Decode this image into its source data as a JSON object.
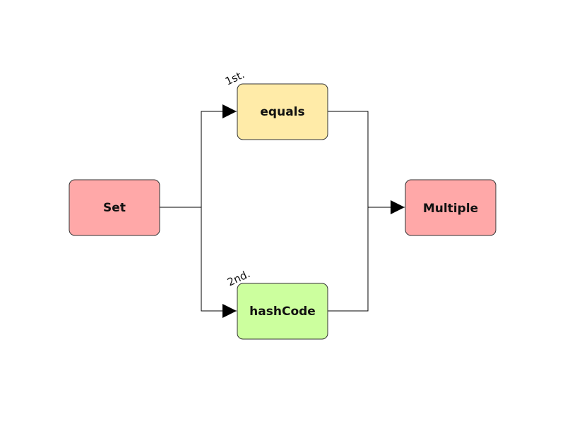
{
  "diagram": {
    "nodes": {
      "set": {
        "label": "Set",
        "color": "#ffa8a8"
      },
      "equals": {
        "label": "equals",
        "color": "#ffeba8"
      },
      "hashcode": {
        "label": "hashCode",
        "color": "#ccff9e"
      },
      "multiple": {
        "label": "Multiple",
        "color": "#ffa8a8"
      }
    },
    "annotations": {
      "first": "1st.",
      "second": "2nd."
    },
    "edge_color": "#000000",
    "border_color": "#333333"
  }
}
